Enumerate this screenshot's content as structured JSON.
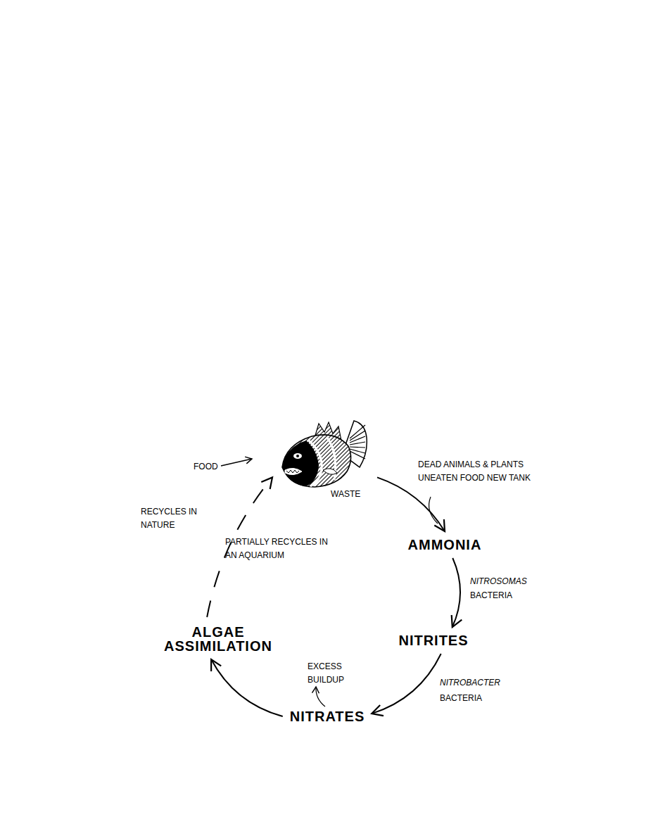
{
  "diagram": {
    "nodes": [
      {
        "text": [
          "WASTE"
        ]
      },
      {
        "text": [
          "AMMONIA"
        ]
      },
      {
        "text": [
          "NITRITES"
        ]
      },
      {
        "text": [
          "NITRATES"
        ]
      },
      {
        "text": [
          "ALGAE ASSIMILATION"
        ]
      }
    ],
    "edges": [
      {
        "from": 0,
        "to": 1,
        "arrow": "to"
      },
      {
        "from": 1,
        "to": 2,
        "arrow": "to"
      },
      {
        "from": 2,
        "to": 3,
        "arrow": "to"
      },
      {
        "from": 3,
        "to": 4,
        "arrow": "to"
      },
      {
        "from": 4,
        "to": 0,
        "arrow": "to"
      }
    ],
    "labels": [
      "FOOD",
      "RECYCLES IN NATURE",
      "PARTIALLY RECYCLES IN AN AQUARIUM",
      "DEAD ANIMALS & PLANTS UNEATEN FOOD NEW TANK",
      "NITROSOMAS",
      "BACTERIA",
      "NITROBACTER",
      "BACTERIA",
      "EXCESS BUILDUP"
    ]
  }
}
